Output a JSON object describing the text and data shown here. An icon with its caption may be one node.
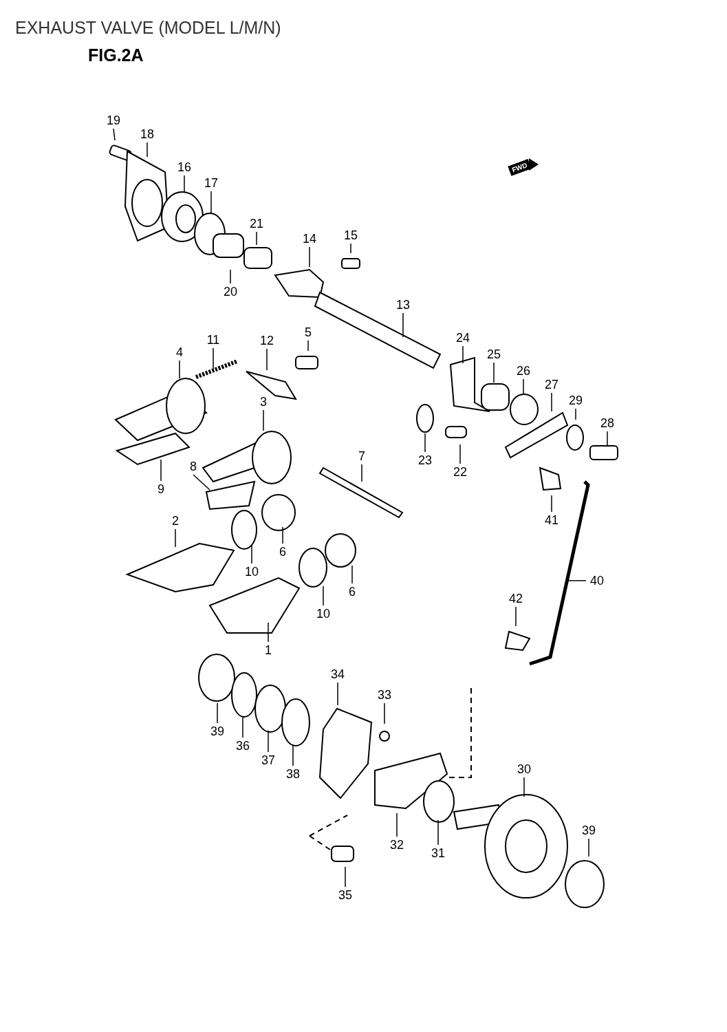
{
  "diagram": {
    "title": "EXHAUST VALVE (MODEL L/M/N)",
    "nodes": [
      {
        "text": [
          "19"
        ]
      },
      {
        "text": [
          "18"
        ]
      },
      {
        "text": [
          "16"
        ]
      },
      {
        "text": [
          "17"
        ]
      },
      {
        "text": [
          "21"
        ]
      },
      {
        "text": [
          "20"
        ]
      },
      {
        "text": [
          "14"
        ]
      },
      {
        "text": [
          "15"
        ]
      },
      {
        "text": [
          "13"
        ]
      },
      {
        "text": [
          "24"
        ]
      },
      {
        "text": [
          "25"
        ]
      },
      {
        "text": [
          "26"
        ]
      },
      {
        "text": [
          "27"
        ]
      },
      {
        "text": [
          "29"
        ]
      },
      {
        "text": [
          "28"
        ]
      },
      {
        "text": [
          "23"
        ]
      },
      {
        "text": [
          "22"
        ]
      },
      {
        "text": [
          "41"
        ]
      },
      {
        "text": [
          "40"
        ]
      },
      {
        "text": [
          "42"
        ]
      },
      {
        "text": [
          "11"
        ]
      },
      {
        "text": [
          "12"
        ]
      },
      {
        "text": [
          "5"
        ]
      },
      {
        "text": [
          "4"
        ]
      },
      {
        "text": [
          "3"
        ]
      },
      {
        "text": [
          "9"
        ]
      },
      {
        "text": [
          "8"
        ]
      },
      {
        "text": [
          "7"
        ]
      },
      {
        "text": [
          "2"
        ]
      },
      {
        "text": [
          "10"
        ]
      },
      {
        "text": [
          "6"
        ]
      },
      {
        "text": [
          "10"
        ]
      },
      {
        "text": [
          "6"
        ]
      },
      {
        "text": [
          "1"
        ]
      },
      {
        "text": [
          "39"
        ]
      },
      {
        "text": [
          "36"
        ]
      },
      {
        "text": [
          "37"
        ]
      },
      {
        "text": [
          "38"
        ]
      },
      {
        "text": [
          "34"
        ]
      },
      {
        "text": [
          "33"
        ]
      },
      {
        "text": [
          "30"
        ]
      },
      {
        "text": [
          "39"
        ]
      },
      {
        "text": [
          "32"
        ]
      },
      {
        "text": [
          "31"
        ]
      },
      {
        "text": [
          "35"
        ]
      }
    ],
    "edges": [
      {
        "from": 0,
        "to": null,
        "arrow": "none"
      },
      {
        "from": 1,
        "to": null,
        "arrow": "none"
      },
      {
        "from": 2,
        "to": null,
        "arrow": "none"
      },
      {
        "from": 3,
        "to": null,
        "arrow": "none"
      },
      {
        "from": 4,
        "to": null,
        "arrow": "none"
      },
      {
        "from": 5,
        "to": null,
        "arrow": "none"
      },
      {
        "from": 6,
        "to": null,
        "arrow": "none"
      },
      {
        "from": 7,
        "to": null,
        "arrow": "none"
      },
      {
        "from": 8,
        "to": null,
        "arrow": "none"
      },
      {
        "from": 9,
        "to": null,
        "arrow": "none"
      },
      {
        "from": 10,
        "to": null,
        "arrow": "none"
      },
      {
        "from": 11,
        "to": null,
        "arrow": "none"
      },
      {
        "from": 12,
        "to": null,
        "arrow": "none"
      },
      {
        "from": 13,
        "to": null,
        "arrow": "none"
      },
      {
        "from": 14,
        "to": null,
        "arrow": "none"
      },
      {
        "from": 15,
        "to": null,
        "arrow": "none"
      },
      {
        "from": 16,
        "to": null,
        "arrow": "none"
      },
      {
        "from": 17,
        "to": null,
        "arrow": "none"
      },
      {
        "from": 18,
        "to": null,
        "arrow": "none"
      },
      {
        "from": 19,
        "to": null,
        "arrow": "none"
      },
      {
        "from": 20,
        "to": null,
        "arrow": "none"
      },
      {
        "from": 21,
        "to": null,
        "arrow": "none"
      },
      {
        "from": 22,
        "to": null,
        "arrow": "none"
      },
      {
        "from": 23,
        "to": null,
        "arrow": "none"
      },
      {
        "from": 24,
        "to": null,
        "arrow": "none"
      },
      {
        "from": 25,
        "to": null,
        "arrow": "none"
      },
      {
        "from": 26,
        "to": null,
        "arrow": "none"
      },
      {
        "from": 27,
        "to": null,
        "arrow": "none"
      },
      {
        "from": 28,
        "to": null,
        "arrow": "none"
      },
      {
        "from": 29,
        "to": null,
        "arrow": "none"
      },
      {
        "from": 30,
        "to": null,
        "arrow": "none"
      },
      {
        "from": 31,
        "to": null,
        "arrow": "none"
      },
      {
        "from": 32,
        "to": null,
        "arrow": "none"
      },
      {
        "from": 33,
        "to": null,
        "arrow": "none"
      },
      {
        "from": 34,
        "to": null,
        "arrow": "none"
      },
      {
        "from": 35,
        "to": null,
        "arrow": "none"
      },
      {
        "from": 36,
        "to": null,
        "arrow": "none"
      },
      {
        "from": 37,
        "to": null,
        "arrow": "none"
      },
      {
        "from": 38,
        "to": null,
        "arrow": "none"
      },
      {
        "from": 39,
        "to": null,
        "arrow": "none"
      },
      {
        "from": 40,
        "to": null,
        "arrow": "none"
      },
      {
        "from": 41,
        "to": null,
        "arrow": "none"
      },
      {
        "from": 42,
        "to": null,
        "arrow": "none"
      },
      {
        "from": 43,
        "to": null,
        "arrow": "none"
      },
      {
        "from": 44,
        "to": null,
        "arrow": "none"
      }
    ],
    "labels": [
      "FIG.2A",
      "FWD"
    ]
  }
}
